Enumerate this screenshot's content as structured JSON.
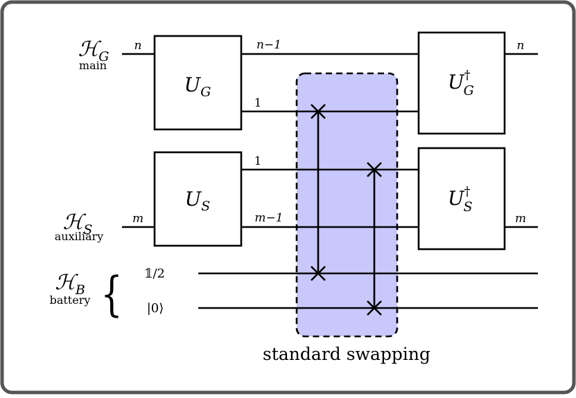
{
  "colors": {
    "frame": "#555555",
    "swap_region_fill": "#c8c8fc",
    "wire": "#000000"
  },
  "spaces": {
    "G": {
      "symbol": "ℋ",
      "subscript": "G",
      "label": "main",
      "dimension": "n"
    },
    "S": {
      "symbol": "ℋ",
      "subscript": "S",
      "label": "auxiliary",
      "dimension": "m"
    },
    "B": {
      "symbol": "ℋ",
      "subscript": "B",
      "label": "battery",
      "brace": "{"
    }
  },
  "battery_inputs": [
    "𝟙/2",
    "|0⟩"
  ],
  "gates": {
    "UG": {
      "base": "U",
      "subscript": "G"
    },
    "US": {
      "base": "U",
      "subscript": "S"
    },
    "UGdag": {
      "base": "U",
      "subscript": "G",
      "superscript": "†"
    },
    "USdag": {
      "base": "U",
      "subscript": "S",
      "superscript": "†"
    }
  },
  "wire_labels": {
    "g_top": "n−1",
    "g_bottom": "1",
    "s_top": "1",
    "s_bottom": "m−1",
    "out_g": "n",
    "out_s": "m"
  },
  "swap_caption": "standard swapping"
}
